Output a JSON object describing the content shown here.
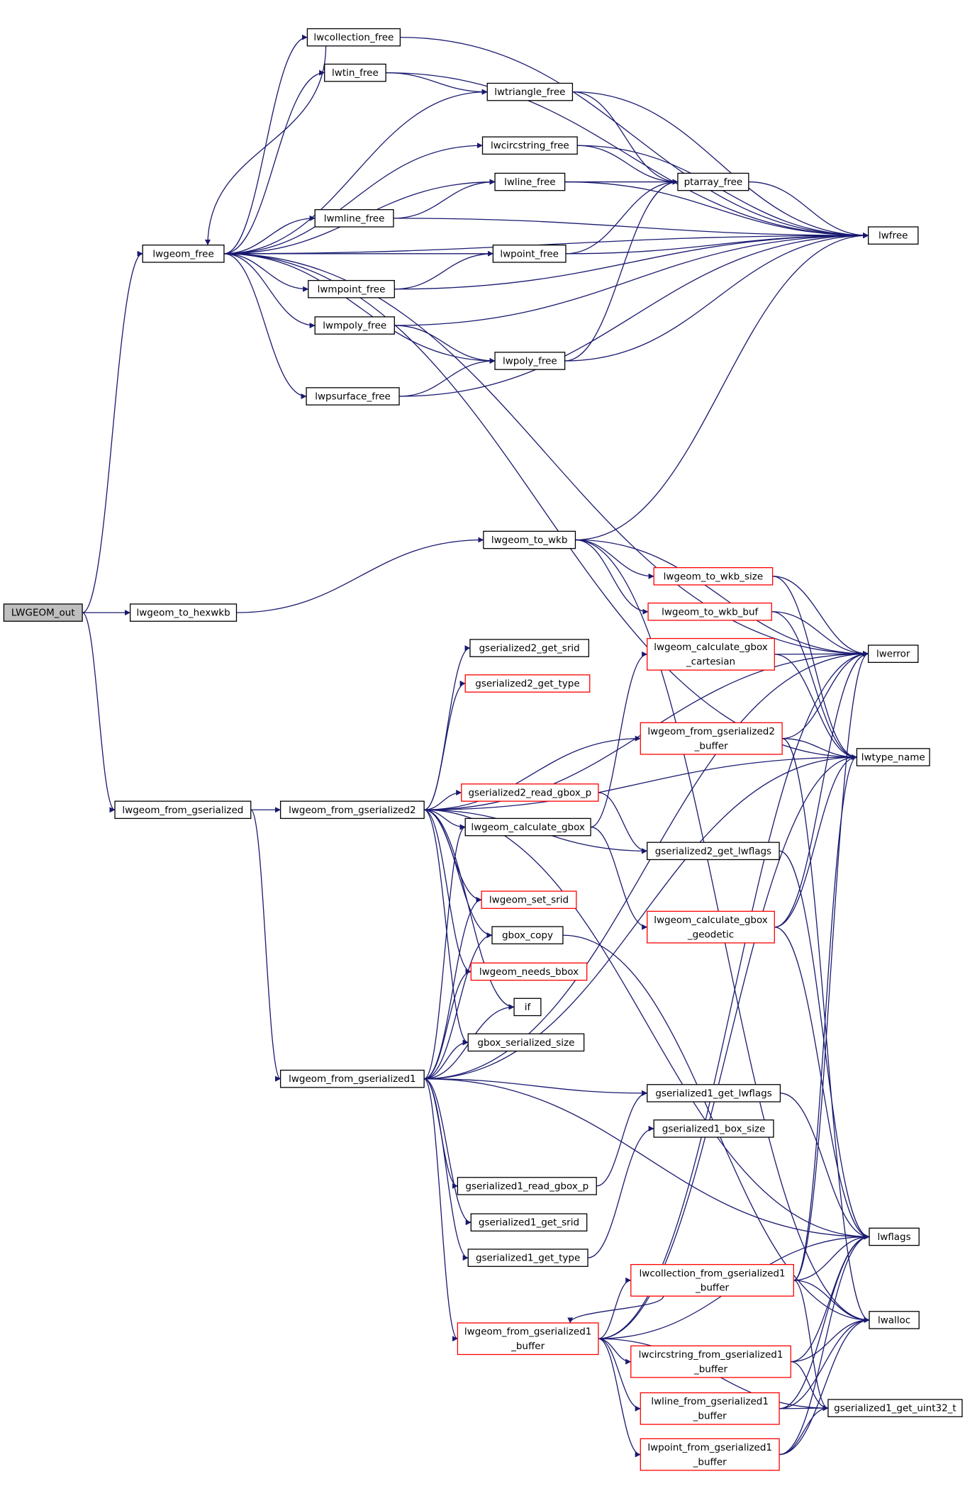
{
  "diagram": {
    "title": "",
    "nodes": [
      {
        "id": "LWGEOM_out",
        "lines": [
          "LWGEOM_out"
        ],
        "style": "root"
      },
      {
        "id": "lwgeom_free",
        "lines": [
          "lwgeom_free"
        ],
        "style": "plain"
      },
      {
        "id": "lwgeom_to_hexwkb",
        "lines": [
          "lwgeom_to_hexwkb"
        ],
        "style": "plain"
      },
      {
        "id": "lwgeom_from_gserialized",
        "lines": [
          "lwgeom_from_gserialized"
        ],
        "style": "plain"
      },
      {
        "id": "lwcollection_free",
        "lines": [
          "lwcollection_free"
        ],
        "style": "plain"
      },
      {
        "id": "lwtin_free",
        "lines": [
          "lwtin_free"
        ],
        "style": "plain"
      },
      {
        "id": "lwtriangle_free",
        "lines": [
          "lwtriangle_free"
        ],
        "style": "plain"
      },
      {
        "id": "lwcircstring_free",
        "lines": [
          "lwcircstring_free"
        ],
        "style": "plain"
      },
      {
        "id": "lwline_free",
        "lines": [
          "lwline_free"
        ],
        "style": "plain"
      },
      {
        "id": "ptarray_free",
        "lines": [
          "ptarray_free"
        ],
        "style": "plain"
      },
      {
        "id": "lwmline_free",
        "lines": [
          "lwmline_free"
        ],
        "style": "plain"
      },
      {
        "id": "lwpoint_free",
        "lines": [
          "lwpoint_free"
        ],
        "style": "plain"
      },
      {
        "id": "lwmpoint_free",
        "lines": [
          "lwmpoint_free"
        ],
        "style": "plain"
      },
      {
        "id": "lwmpoly_free",
        "lines": [
          "lwmpoly_free"
        ],
        "style": "plain"
      },
      {
        "id": "lwpoly_free",
        "lines": [
          "lwpoly_free"
        ],
        "style": "plain"
      },
      {
        "id": "lwpsurface_free",
        "lines": [
          "lwpsurface_free"
        ],
        "style": "plain"
      },
      {
        "id": "lwfree",
        "lines": [
          "lwfree"
        ],
        "style": "plain"
      },
      {
        "id": "lwgeom_to_wkb",
        "lines": [
          "lwgeom_to_wkb"
        ],
        "style": "plain"
      },
      {
        "id": "lwgeom_to_wkb_size",
        "lines": [
          "lwgeom_to_wkb_size"
        ],
        "style": "red"
      },
      {
        "id": "lwgeom_to_wkb_buf",
        "lines": [
          "lwgeom_to_wkb_buf"
        ],
        "style": "red"
      },
      {
        "id": "lwerror",
        "lines": [
          "lwerror"
        ],
        "style": "plain"
      },
      {
        "id": "lwtype_name",
        "lines": [
          "lwtype_name"
        ],
        "style": "plain"
      },
      {
        "id": "gserialized2_get_srid",
        "lines": [
          "gserialized2_get_srid"
        ],
        "style": "plain"
      },
      {
        "id": "gserialized2_get_type",
        "lines": [
          "gserialized2_get_type"
        ],
        "style": "red"
      },
      {
        "id": "lwgeom_calculate_gbox_cartesian",
        "lines": [
          "lwgeom_calculate_gbox",
          "_cartesian"
        ],
        "style": "red"
      },
      {
        "id": "lwgeom_from_gserialized2_buffer",
        "lines": [
          "lwgeom_from_gserialized2",
          "_buffer"
        ],
        "style": "red"
      },
      {
        "id": "lwgeom_from_gserialized2",
        "lines": [
          "lwgeom_from_gserialized2"
        ],
        "style": "plain"
      },
      {
        "id": "gserialized2_read_gbox_p",
        "lines": [
          "gserialized2_read_gbox_p"
        ],
        "style": "red"
      },
      {
        "id": "lwgeom_calculate_gbox",
        "lines": [
          "lwgeom_calculate_gbox"
        ],
        "style": "plain"
      },
      {
        "id": "gserialized2_get_lwflags",
        "lines": [
          "gserialized2_get_lwflags"
        ],
        "style": "plain"
      },
      {
        "id": "lwgeom_set_srid",
        "lines": [
          "lwgeom_set_srid"
        ],
        "style": "red"
      },
      {
        "id": "lwgeom_calculate_gbox_geodetic",
        "lines": [
          "lwgeom_calculate_gbox",
          "_geodetic"
        ],
        "style": "red"
      },
      {
        "id": "gbox_copy",
        "lines": [
          "gbox_copy"
        ],
        "style": "plain"
      },
      {
        "id": "lwgeom_needs_bbox",
        "lines": [
          "lwgeom_needs_bbox"
        ],
        "style": "red"
      },
      {
        "id": "if",
        "lines": [
          "if"
        ],
        "style": "plain"
      },
      {
        "id": "gbox_serialized_size",
        "lines": [
          "gbox_serialized_size"
        ],
        "style": "plain"
      },
      {
        "id": "lwgeom_from_gserialized1",
        "lines": [
          "lwgeom_from_gserialized1"
        ],
        "style": "plain"
      },
      {
        "id": "gserialized1_get_lwflags",
        "lines": [
          "gserialized1_get_lwflags"
        ],
        "style": "plain"
      },
      {
        "id": "gserialized1_box_size",
        "lines": [
          "gserialized1_box_size"
        ],
        "style": "plain"
      },
      {
        "id": "gserialized1_read_gbox_p",
        "lines": [
          "gserialized1_read_gbox_p"
        ],
        "style": "plain"
      },
      {
        "id": "gserialized1_get_srid",
        "lines": [
          "gserialized1_get_srid"
        ],
        "style": "plain"
      },
      {
        "id": "gserialized1_get_type",
        "lines": [
          "gserialized1_get_type"
        ],
        "style": "plain"
      },
      {
        "id": "lwflags",
        "lines": [
          "lwflags"
        ],
        "style": "plain"
      },
      {
        "id": "lwcollection_from_gserialized1_buffer",
        "lines": [
          "lwcollection_from_gserialized1",
          "_buffer"
        ],
        "style": "red"
      },
      {
        "id": "lwgeom_from_gserialized1_buffer",
        "lines": [
          "lwgeom_from_gserialized1",
          "_buffer"
        ],
        "style": "red"
      },
      {
        "id": "lwalloc",
        "lines": [
          "lwalloc"
        ],
        "style": "plain"
      },
      {
        "id": "lwcircstring_from_gserialized1_buffer",
        "lines": [
          "lwcircstring_from_gserialized1",
          "_buffer"
        ],
        "style": "red"
      },
      {
        "id": "lwline_from_gserialized1_buffer",
        "lines": [
          "lwline_from_gserialized1",
          "_buffer"
        ],
        "style": "red"
      },
      {
        "id": "gserialized1_get_uint32_t",
        "lines": [
          "gserialized1_get_uint32_t"
        ],
        "style": "plain"
      },
      {
        "id": "lwpoint_from_gserialized1_buffer",
        "lines": [
          "lwpoint_from_gserialized1",
          "_buffer"
        ],
        "style": "red"
      }
    ],
    "edges": [
      [
        "LWGEOM_out",
        "lwgeom_free"
      ],
      [
        "LWGEOM_out",
        "lwgeom_to_hexwkb"
      ],
      [
        "LWGEOM_out",
        "lwgeom_from_gserialized"
      ],
      [
        "lwgeom_free",
        "lwcollection_free"
      ],
      [
        "lwgeom_free",
        "lwtin_free"
      ],
      [
        "lwgeom_free",
        "lwtriangle_free"
      ],
      [
        "lwgeom_free",
        "lwcircstring_free"
      ],
      [
        "lwgeom_free",
        "lwline_free"
      ],
      [
        "lwgeom_free",
        "lwmline_free"
      ],
      [
        "lwgeom_free",
        "lwpoint_free"
      ],
      [
        "lwgeom_free",
        "lwmpoint_free"
      ],
      [
        "lwgeom_free",
        "lwmpoly_free"
      ],
      [
        "lwgeom_free",
        "lwpoly_free"
      ],
      [
        "lwgeom_free",
        "lwpsurface_free"
      ],
      [
        "lwgeom_free",
        "lwfree"
      ],
      [
        "lwgeom_free",
        "lwerror"
      ],
      [
        "lwgeom_free",
        "lwtype_name"
      ],
      [
        "lwcollection_free",
        "lwgeom_free"
      ],
      [
        "lwcollection_free",
        "lwfree"
      ],
      [
        "lwtin_free",
        "lwtriangle_free"
      ],
      [
        "lwtin_free",
        "lwfree"
      ],
      [
        "lwtriangle_free",
        "ptarray_free"
      ],
      [
        "lwtriangle_free",
        "lwfree"
      ],
      [
        "lwcircstring_free",
        "ptarray_free"
      ],
      [
        "lwcircstring_free",
        "lwfree"
      ],
      [
        "lwline_free",
        "ptarray_free"
      ],
      [
        "lwline_free",
        "lwfree"
      ],
      [
        "ptarray_free",
        "lwfree"
      ],
      [
        "lwmline_free",
        "lwline_free"
      ],
      [
        "lwmline_free",
        "lwfree"
      ],
      [
        "lwpoint_free",
        "ptarray_free"
      ],
      [
        "lwpoint_free",
        "lwfree"
      ],
      [
        "lwmpoint_free",
        "lwpoint_free"
      ],
      [
        "lwmpoint_free",
        "lwfree"
      ],
      [
        "lwmpoly_free",
        "lwpoly_free"
      ],
      [
        "lwmpoly_free",
        "lwfree"
      ],
      [
        "lwpoly_free",
        "ptarray_free"
      ],
      [
        "lwpoly_free",
        "lwfree"
      ],
      [
        "lwpsurface_free",
        "lwpoly_free"
      ],
      [
        "lwpsurface_free",
        "lwfree"
      ],
      [
        "lwgeom_to_hexwkb",
        "lwgeom_to_wkb"
      ],
      [
        "lwgeom_to_wkb",
        "lwfree"
      ],
      [
        "lwgeom_to_wkb",
        "lwgeom_to_wkb_size"
      ],
      [
        "lwgeom_to_wkb",
        "lwgeom_to_wkb_buf"
      ],
      [
        "lwgeom_to_wkb",
        "lwerror"
      ],
      [
        "lwgeom_to_wkb",
        "lwalloc"
      ],
      [
        "lwgeom_to_wkb_size",
        "lwerror"
      ],
      [
        "lwgeom_to_wkb_size",
        "lwtype_name"
      ],
      [
        "lwgeom_to_wkb_buf",
        "lwerror"
      ],
      [
        "lwgeom_to_wkb_buf",
        "lwtype_name"
      ],
      [
        "lwgeom_calculate_gbox_cartesian",
        "lwerror"
      ],
      [
        "lwgeom_calculate_gbox_cartesian",
        "lwtype_name"
      ],
      [
        "lwgeom_from_gserialized2_buffer",
        "lwerror"
      ],
      [
        "lwgeom_from_gserialized2_buffer",
        "lwtype_name"
      ],
      [
        "lwgeom_from_gserialized2_buffer",
        "lwalloc"
      ],
      [
        "lwgeom_from_gserialized",
        "lwgeom_from_gserialized2"
      ],
      [
        "lwgeom_from_gserialized",
        "lwgeom_from_gserialized1"
      ],
      [
        "lwgeom_from_gserialized2",
        "gserialized2_get_srid"
      ],
      [
        "lwgeom_from_gserialized2",
        "gserialized2_get_type"
      ],
      [
        "lwgeom_from_gserialized2",
        "lwgeom_from_gserialized2_buffer"
      ],
      [
        "lwgeom_from_gserialized2",
        "lwerror"
      ],
      [
        "lwgeom_from_gserialized2",
        "lwtype_name"
      ],
      [
        "lwgeom_from_gserialized2",
        "gserialized2_read_gbox_p"
      ],
      [
        "lwgeom_from_gserialized2",
        "lwgeom_calculate_gbox"
      ],
      [
        "lwgeom_from_gserialized2",
        "gserialized2_get_lwflags"
      ],
      [
        "lwgeom_from_gserialized2",
        "lwgeom_set_srid"
      ],
      [
        "lwgeom_from_gserialized2",
        "gbox_copy"
      ],
      [
        "lwgeom_from_gserialized2",
        "lwgeom_needs_bbox"
      ],
      [
        "lwgeom_from_gserialized2",
        "if"
      ],
      [
        "lwgeom_from_gserialized2",
        "gbox_serialized_size"
      ],
      [
        "lwgeom_from_gserialized2",
        "lwflags"
      ],
      [
        "gserialized2_read_gbox_p",
        "gserialized2_get_lwflags"
      ],
      [
        "lwgeom_calculate_gbox",
        "lwgeom_calculate_gbox_cartesian"
      ],
      [
        "lwgeom_calculate_gbox",
        "lwgeom_calculate_gbox_geodetic"
      ],
      [
        "gserialized2_get_lwflags",
        "lwflags"
      ],
      [
        "lwgeom_calculate_gbox_geodetic",
        "lwerror"
      ],
      [
        "lwgeom_calculate_gbox_geodetic",
        "lwtype_name"
      ],
      [
        "lwgeom_calculate_gbox_geodetic",
        "lwflags"
      ],
      [
        "gbox_copy",
        "lwalloc"
      ],
      [
        "lwgeom_from_gserialized1",
        "lwgeom_calculate_gbox"
      ],
      [
        "lwgeom_from_gserialized1",
        "lwgeom_set_srid"
      ],
      [
        "lwgeom_from_gserialized1",
        "gbox_copy"
      ],
      [
        "lwgeom_from_gserialized1",
        "lwgeom_needs_bbox"
      ],
      [
        "lwgeom_from_gserialized1",
        "if"
      ],
      [
        "lwgeom_from_gserialized1",
        "gbox_serialized_size"
      ],
      [
        "lwgeom_from_gserialized1",
        "lwerror"
      ],
      [
        "lwgeom_from_gserialized1",
        "lwtype_name"
      ],
      [
        "lwgeom_from_gserialized1",
        "gserialized1_get_lwflags"
      ],
      [
        "lwgeom_from_gserialized1",
        "gserialized1_read_gbox_p"
      ],
      [
        "lwgeom_from_gserialized1",
        "gserialized1_get_srid"
      ],
      [
        "lwgeom_from_gserialized1",
        "gserialized1_get_type"
      ],
      [
        "lwgeom_from_gserialized1",
        "lwgeom_from_gserialized1_buffer"
      ],
      [
        "lwgeom_from_gserialized1",
        "lwflags"
      ],
      [
        "gserialized1_get_lwflags",
        "lwflags"
      ],
      [
        "gserialized1_read_gbox_p",
        "gserialized1_get_lwflags"
      ],
      [
        "gserialized1_get_type",
        "gserialized1_box_size"
      ],
      [
        "lwgeom_from_gserialized1_buffer",
        "lwcollection_from_gserialized1_buffer"
      ],
      [
        "lwgeom_from_gserialized1_buffer",
        "lwcircstring_from_gserialized1_buffer"
      ],
      [
        "lwgeom_from_gserialized1_buffer",
        "lwline_from_gserialized1_buffer"
      ],
      [
        "lwgeom_from_gserialized1_buffer",
        "lwpoint_from_gserialized1_buffer"
      ],
      [
        "lwgeom_from_gserialized1_buffer",
        "lwflags"
      ],
      [
        "lwgeom_from_gserialized1_buffer",
        "lwerror"
      ],
      [
        "lwgeom_from_gserialized1_buffer",
        "lwtype_name"
      ],
      [
        "lwgeom_from_gserialized1_buffer",
        "gserialized1_get_uint32_t"
      ],
      [
        "lwcollection_from_gserialized1_buffer",
        "lwgeom_from_gserialized1_buffer"
      ],
      [
        "lwcollection_from_gserialized1_buffer",
        "lwflags"
      ],
      [
        "lwcollection_from_gserialized1_buffer",
        "lwalloc"
      ],
      [
        "lwcollection_from_gserialized1_buffer",
        "lwerror"
      ],
      [
        "lwcollection_from_gserialized1_buffer",
        "lwtype_name"
      ],
      [
        "lwcollection_from_gserialized1_buffer",
        "gserialized1_get_uint32_t"
      ],
      [
        "lwcircstring_from_gserialized1_buffer",
        "lwflags"
      ],
      [
        "lwcircstring_from_gserialized1_buffer",
        "lwalloc"
      ],
      [
        "lwcircstring_from_gserialized1_buffer",
        "gserialized1_get_uint32_t"
      ],
      [
        "lwline_from_gserialized1_buffer",
        "lwflags"
      ],
      [
        "lwline_from_gserialized1_buffer",
        "lwalloc"
      ],
      [
        "lwline_from_gserialized1_buffer",
        "gserialized1_get_uint32_t"
      ],
      [
        "lwpoint_from_gserialized1_buffer",
        "lwflags"
      ],
      [
        "lwpoint_from_gserialized1_buffer",
        "lwalloc"
      ],
      [
        "lwpoint_from_gserialized1_buffer",
        "gserialized1_get_uint32_t"
      ]
    ]
  }
}
